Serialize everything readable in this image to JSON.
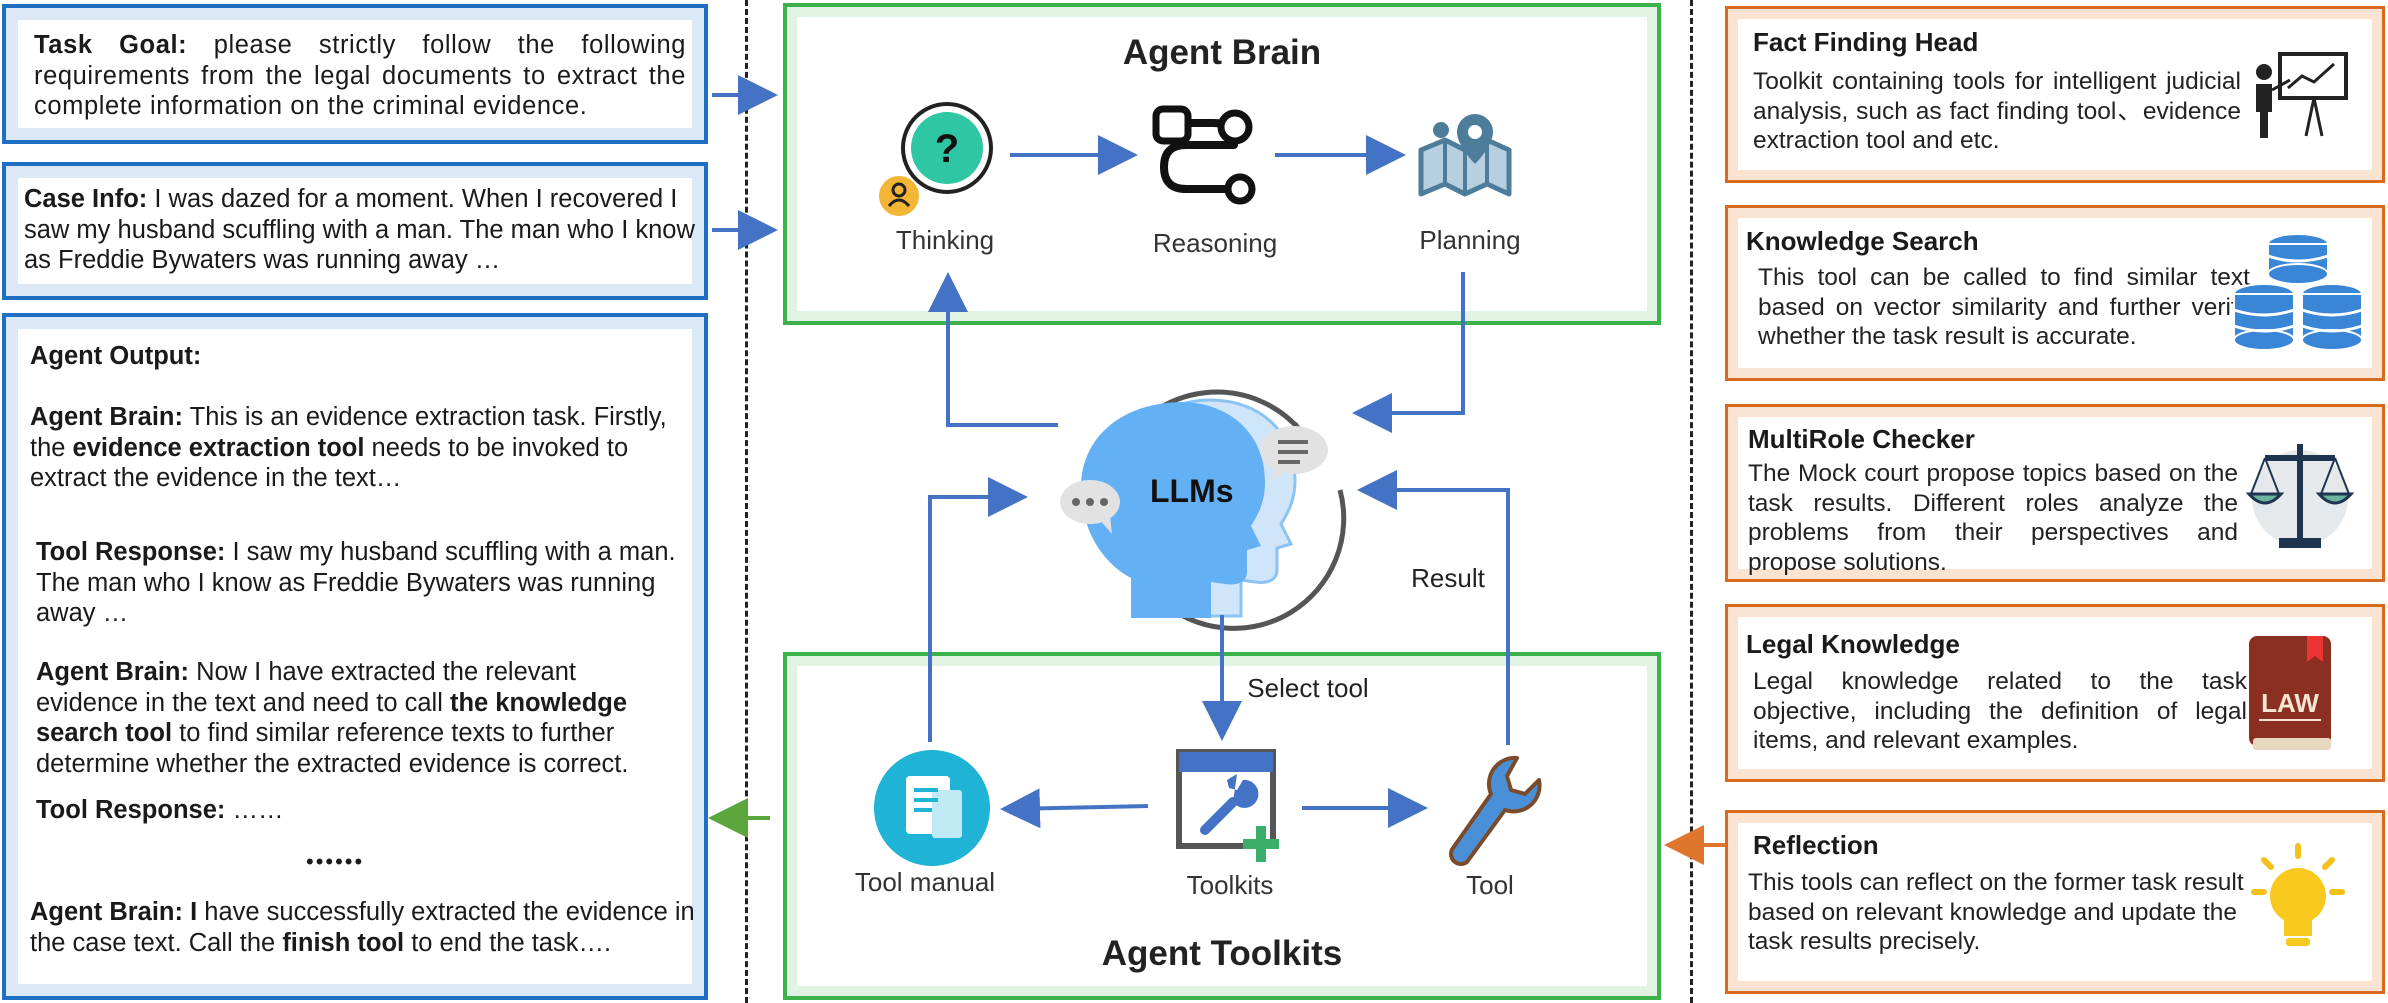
{
  "task_goal": {
    "label": "Task Goal:",
    "text": " please strictly follow the following requirements from the legal documents to extract the complete information on the criminal evidence."
  },
  "case_info": {
    "label": "Case Info:",
    "text": " I was dazed for a moment. When I recovered I saw my husband scuffling with a man. The man who I know as Freddie Bywaters was running away …"
  },
  "agent_output": {
    "title": "Agent Output:",
    "brain1": {
      "label": "Agent Brain:",
      "t1": " This is an evidence extraction task. Firstly, the ",
      "bold": "evidence extraction tool",
      "t2": " needs to be invoked to extract the evidence in the text…"
    },
    "resp1": {
      "label": "Tool Response:",
      "text": " I saw my husband scuffling with a man. The man who I know as Freddie Bywaters was running away …"
    },
    "brain2": {
      "label": "Agent Brain:",
      "t1": " Now I have extracted the relevant evidence in the text and need to call ",
      "bold": "the knowledge search tool",
      "t2": " to find similar reference texts to further determine whether the extracted evidence is correct."
    },
    "resp2": {
      "label": "Tool Response:",
      "text": " ……"
    },
    "ellipsis": "••••••",
    "brain3": {
      "label": "Agent Brain: I",
      "t1": " have successfully extracted the evidence in the case text. Call the ",
      "bold": "finish tool",
      "t2": " to end the task…."
    }
  },
  "agent_brain": {
    "title": "Agent Brain",
    "thinking": "Thinking",
    "reasoning": "Reasoning",
    "planning": "Planning",
    "question_mark": "?"
  },
  "llm": {
    "label": "LLMs",
    "select_tool": "Select tool",
    "result": "Result"
  },
  "agent_toolkits": {
    "title": "Agent Toolkits",
    "tool_manual": "Tool manual",
    "toolkits": "Toolkits",
    "tool": "Tool"
  },
  "right_panels": [
    {
      "title": "Fact Finding Head",
      "body": "Toolkit containing tools for intelligent judicial analysis, such as fact finding tool、evidence extraction tool and etc.",
      "icon": "presenter-chart-icon"
    },
    {
      "title": "Knowledge Search",
      "body": "This tool can be called to find similar text based on vector similarity and further verify whether the task result is accurate.",
      "icon": "database-icon"
    },
    {
      "title": "MultiRole Checker",
      "body": "The Mock court propose topics based on the task results. Different roles analyze the problems from their perspectives and propose solutions.",
      "icon": "scales-icon"
    },
    {
      "title": "Legal Knowledge",
      "body": "Legal knowledge related to the task objective, including the definition of legal items, and relevant examples.",
      "icon": "law-book-icon",
      "book_text": "LAW"
    },
    {
      "title": "Reflection",
      "body": "This tools can reflect on the former task result based on relevant knowledge and update the task results precisely.",
      "icon": "lightbulb-icon"
    }
  ],
  "colors": {
    "blue_border": "#1f6fc5",
    "green_border": "#3cb34a",
    "orange_border": "#d86a1e",
    "arrow_blue": "#4472c4",
    "arrow_green": "#5aa63c",
    "arrow_orange": "#e0762c",
    "head_blue": "#63b0f5"
  }
}
